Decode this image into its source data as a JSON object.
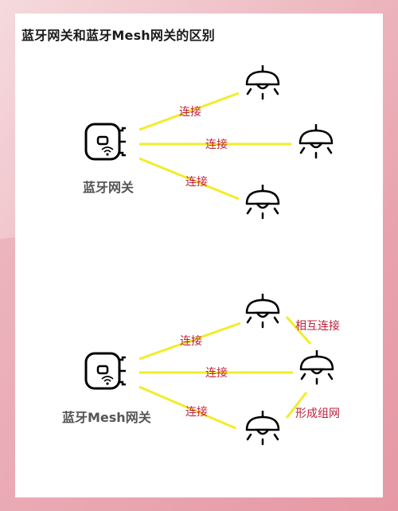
{
  "title": "蓝牙网关和蓝牙Mesh网关的区别",
  "colors": {
    "line": "#f2ec2a",
    "label": "#c0203a",
    "background_top": "#f3d6d9",
    "background_bottom": "#e79aa6"
  },
  "diagram1": {
    "gateway_label": "蓝牙网关",
    "connections": [
      "连接",
      "连接",
      "连接"
    ]
  },
  "diagram2": {
    "gateway_label": "蓝牙Mesh网关",
    "connections": [
      "连接",
      "连接",
      "连接"
    ],
    "mesh_labels": [
      "相互连接",
      "形成组网"
    ]
  },
  "icons": [
    "gateway-icon",
    "wifi-icon",
    "ceiling-lamp-icon"
  ]
}
